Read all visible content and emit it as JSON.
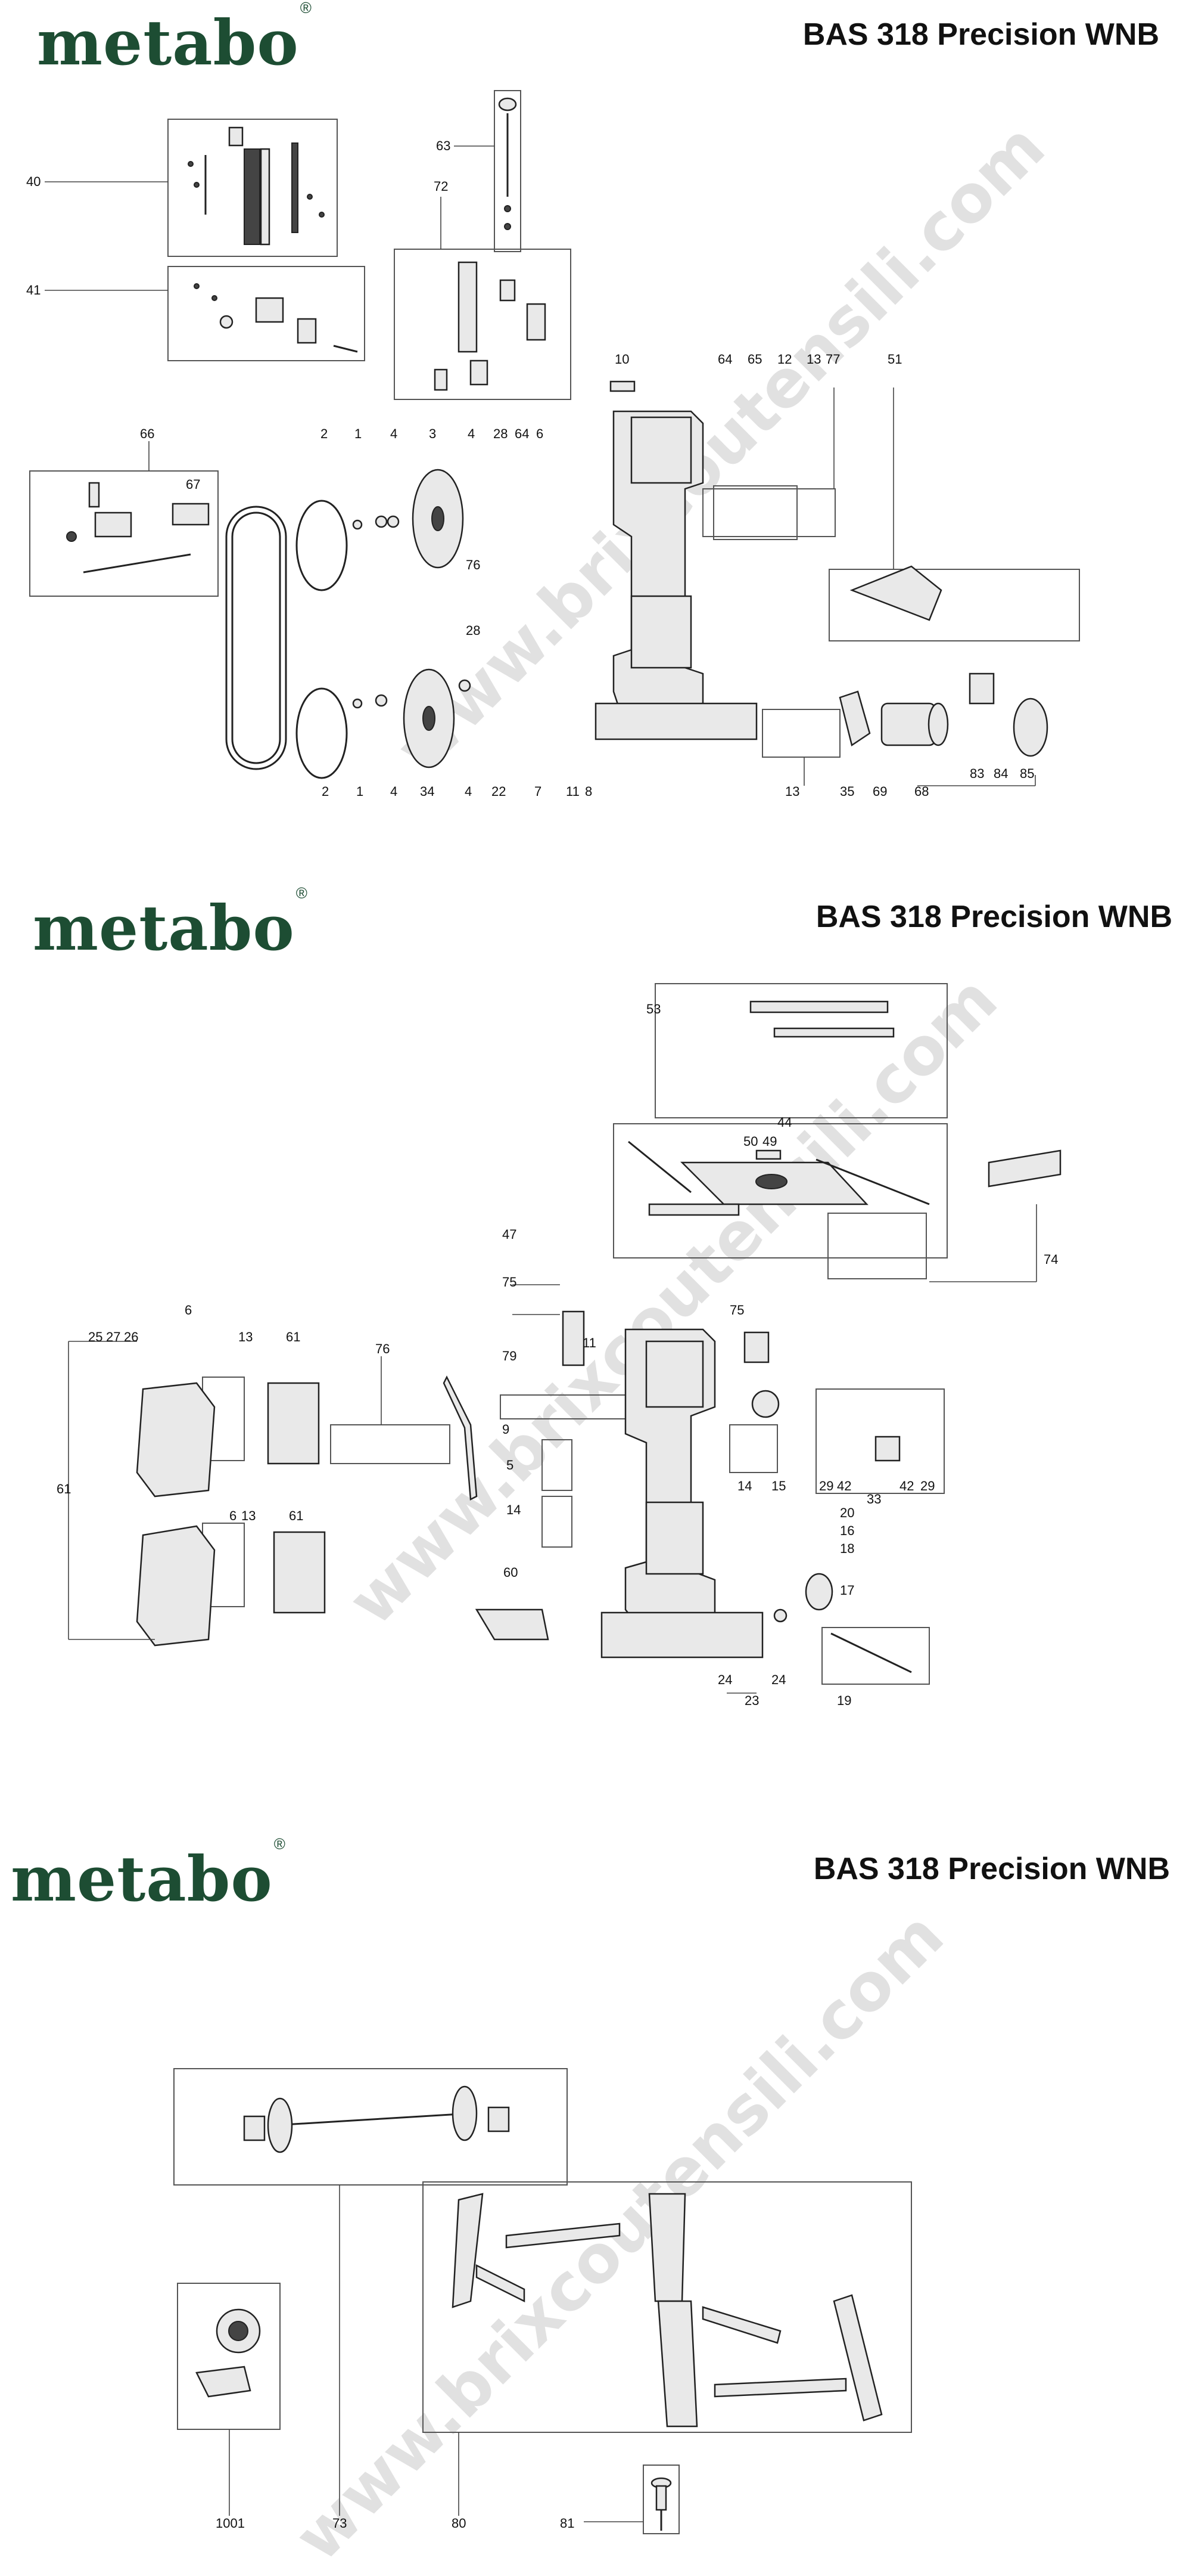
{
  "brand": "metabo",
  "brand_mark": "®",
  "model": "BAS 318 Precision WNB",
  "watermark": "www.brixcoutensili.com",
  "page1": {
    "labels": [
      "40",
      "41",
      "63",
      "72",
      "10",
      "64",
      "65",
      "12",
      "13",
      "77",
      "51",
      "66",
      "67",
      "2",
      "1",
      "4",
      "3",
      "4",
      "28",
      "64",
      "6",
      "76",
      "28",
      "2",
      "1",
      "4",
      "34",
      "4",
      "22",
      "7",
      "11",
      "8",
      "13",
      "35",
      "69",
      "68",
      "83",
      "84",
      "85"
    ]
  },
  "page2": {
    "labels": [
      "53",
      "44",
      "50",
      "49",
      "74",
      "47",
      "75",
      "11",
      "79",
      "75",
      "6",
      "13",
      "61",
      "25",
      "27",
      "26",
      "76",
      "9",
      "5",
      "14",
      "20",
      "16",
      "18",
      "17",
      "61",
      "6",
      "13",
      "61",
      "60",
      "24",
      "24",
      "23",
      "19",
      "14",
      "15",
      "29",
      "42",
      "33",
      "42",
      "29"
    ]
  },
  "page3": {
    "labels": [
      "1001",
      "73",
      "80",
      "81"
    ]
  }
}
